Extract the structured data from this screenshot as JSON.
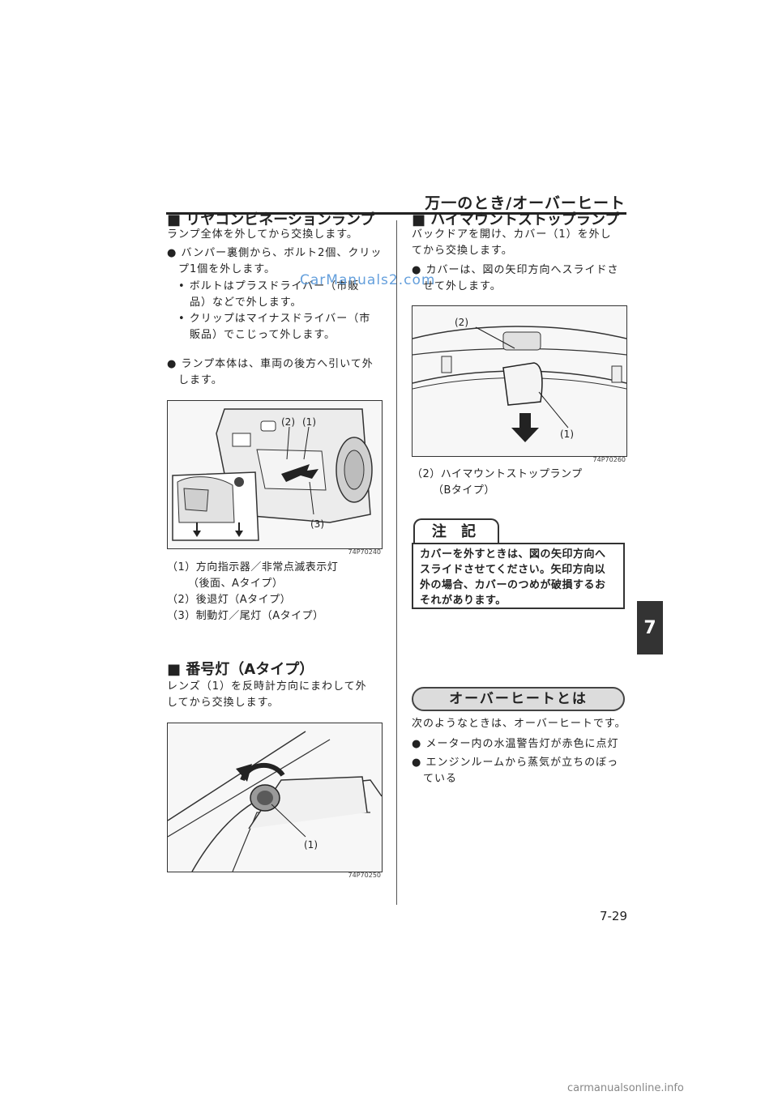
{
  "header": {
    "title": "万一のとき/オーバーヒート"
  },
  "chapter_tab": "7",
  "left": {
    "sec1": {
      "heading": "■ リヤコンビネーションランプ",
      "intro": "ランプ全体を外してから交換します。",
      "bullet1_line1": "● バンパー裏側から、ボルト2個、クリッ",
      "bullet1_line2": "プ1個を外します。",
      "sub1_line1": "• ボルトはプラスドライバー（市販",
      "sub1_line2": "品）などで外します。",
      "sub2_line1": "• クリップはマイナスドライバー（市",
      "sub2_line2": "販品）でこじって外します。",
      "bullet2_line1": "● ランプ本体は、車両の後方へ引いて外",
      "bullet2_line2": "します。",
      "fig": {
        "code": "74P70240",
        "label1": "(1)",
        "label2": "(2)",
        "label3": "(3)"
      },
      "cap1_line1": "（1）方向指示器／非常点滅表示灯",
      "cap1_line2": "（後面、Aタイプ）",
      "cap2": "（2）後退灯（Aタイプ）",
      "cap3": "（3）制動灯／尾灯（Aタイプ）"
    },
    "sec2": {
      "heading": "■ 番号灯（Aタイプ）",
      "text_line1": "レンズ（1）を反時計方向にまわして外",
      "text_line2": "してから交換します。",
      "fig": {
        "code": "74P70250",
        "label1": "(1)"
      }
    }
  },
  "right": {
    "sec3": {
      "heading": "■ ハイマウントストップランプ",
      "text_line1": "バックドアを開け、カバー（1）を外し",
      "text_line2": "てから交換します。",
      "bullet_line1": "● カバーは、図の矢印方向へスライドさ",
      "bullet_line2": "せて外します。",
      "fig": {
        "code": "74P70260",
        "label1": "(1)",
        "label2": "(2)"
      },
      "cap_line1": "（2）ハイマウントストップランプ",
      "cap_line2": "（Bタイプ）"
    },
    "note": {
      "title": "注 記",
      "line1": "カバーを外すときは、図の矢印方向へ",
      "line2": "スライドさせてください。矢印方向以",
      "line3": "外の場合、カバーのつめが破損するお",
      "line4": "それがあります。"
    },
    "sec4": {
      "heading": "オーバーヒートとは",
      "intro": "次のようなときは、オーバーヒートです。",
      "bullet1": "● メーター内の水温警告灯が赤色に点灯",
      "bullet2_line1": "● エンジンルームから蒸気が立ちのぼっ",
      "bullet2_line2": "ている"
    }
  },
  "page_number": "7-29",
  "watermark_top": "CarManuals2.com",
  "watermark_bottom": "carmanualsonline.info"
}
